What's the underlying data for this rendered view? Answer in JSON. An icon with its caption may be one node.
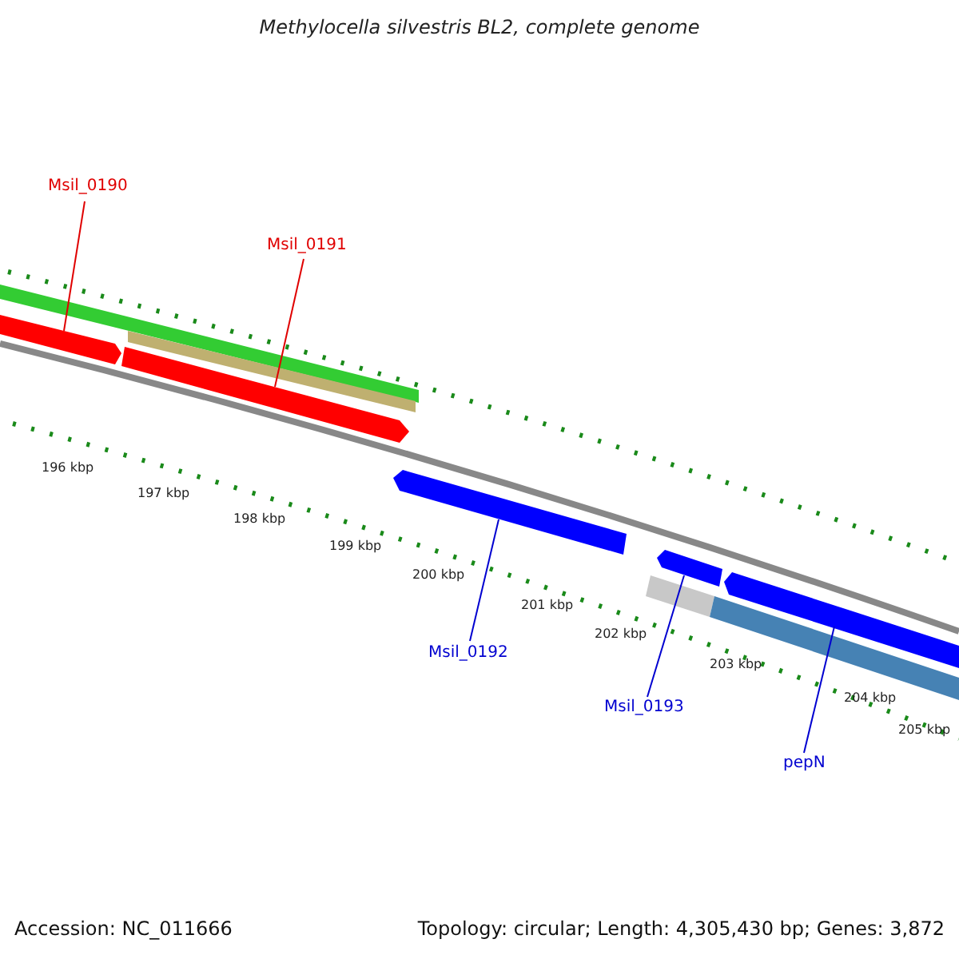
{
  "diagram": {
    "title": "Methylocella silvestris BL2, complete genome",
    "nodes": [
      {
        "text": [
          "Msil_0190"
        ]
      },
      {
        "text": [
          "Msil_0191"
        ]
      },
      {
        "text": [
          "Msil_0192"
        ]
      },
      {
        "text": [
          "Msil_0193"
        ]
      },
      {
        "text": [
          "pepN"
        ]
      },
      {
        "text": [],
        "shape": "bar"
      },
      {
        "text": [],
        "shape": "bar"
      },
      {
        "text": [],
        "shape": "bar"
      },
      {
        "text": [],
        "shape": "bar"
      },
      {
        "text": [],
        "shape": "bar"
      }
    ],
    "edges": [
      {
        "from": 0,
        "to": 5,
        "arrow": "none",
        "color": "#e00000"
      },
      {
        "from": 1,
        "to": 6,
        "arrow": "none",
        "color": "#e00000"
      },
      {
        "from": 2,
        "to": 7,
        "arrow": "none"
      },
      {
        "from": 3,
        "to": 8,
        "arrow": "none"
      },
      {
        "from": 4,
        "to": 9,
        "arrow": "none"
      }
    ],
    "labels": [
      "196 kbp",
      "197 kbp",
      "198 kbp",
      "199 kbp",
      "200 kbp",
      "201 kbp",
      "202 kbp",
      "203 kbp",
      "204 kbp",
      "205 kbp",
      "Accession: NC_011666",
      "Topology: circular; Length: 4,305,430 bp; Genes: 3,872"
    ]
  }
}
